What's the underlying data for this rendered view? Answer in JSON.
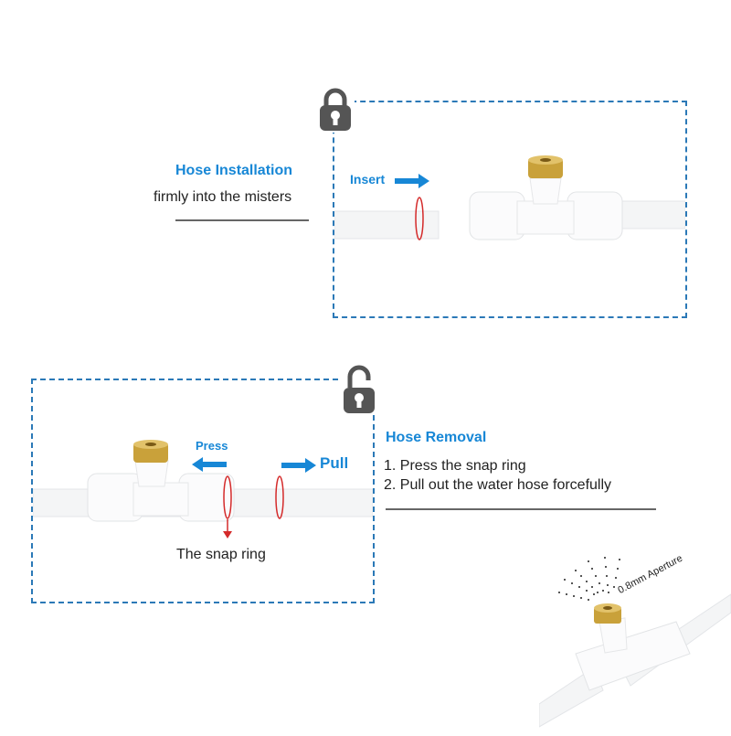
{
  "installation": {
    "title": "Hose Installation",
    "description": "firmly into the misters",
    "insert_label": "Insert",
    "lock_icon": "lock-closed-icon"
  },
  "removal": {
    "title": "Hose Removal",
    "steps": [
      "1. Press the snap ring",
      "2. Pull out the water hose forcefully"
    ],
    "press_label": "Press",
    "pull_label": "Pull",
    "snap_ring_label": "The snap ring",
    "lock_icon": "lock-open-icon"
  },
  "aperture": {
    "label": "0.8mm Aperture"
  },
  "colors": {
    "accent_blue": "#1787d6",
    "dash_blue": "#2b79b7",
    "ring_red": "#d42a2a",
    "brass": "#c9a13a",
    "lock_gray": "#555555"
  }
}
